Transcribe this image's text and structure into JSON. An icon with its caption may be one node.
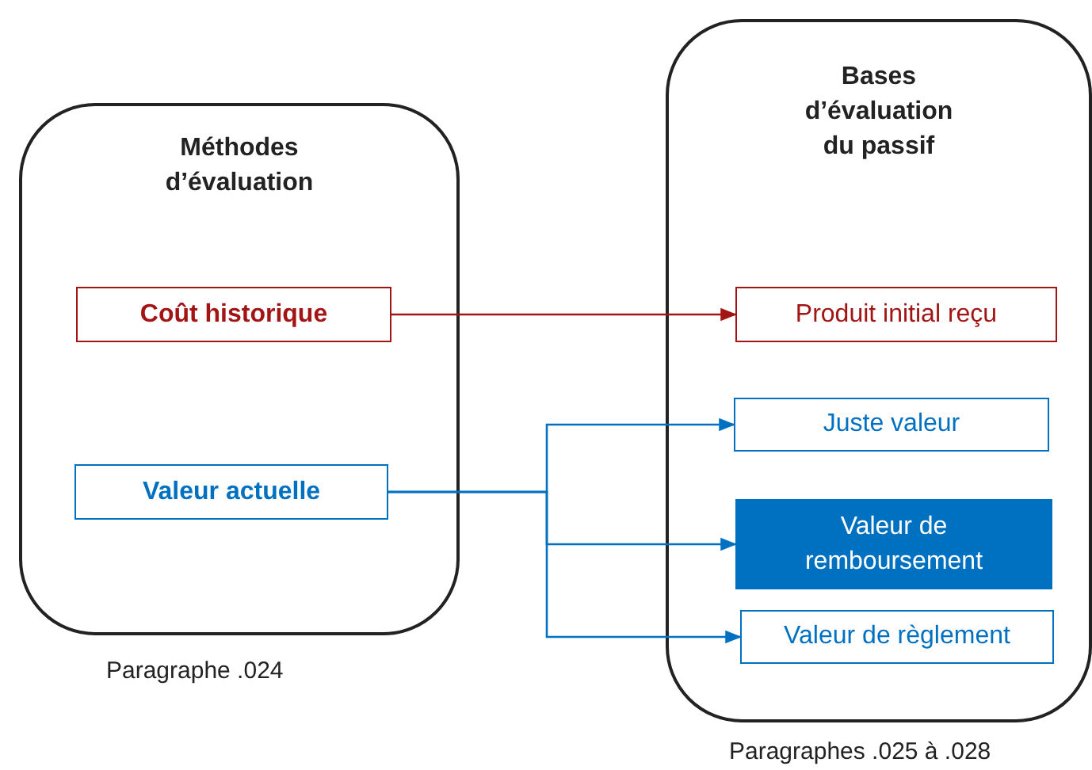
{
  "diagram": {
    "nodes": [
      {
        "text": [
          "Méthodes d’évaluation"
        ],
        "beside": [
          "Paragraphe .024"
        ]
      },
      {
        "text": [
          "Coût historique"
        ],
        "in": 0
      },
      {
        "text": [
          "Valeur actuelle"
        ],
        "in": 0
      },
      {
        "text": [
          "Bases d’évaluation du passif"
        ],
        "beside": [
          "Paragraphes .025 à .028"
        ]
      },
      {
        "text": [
          "Produit initial reçu"
        ],
        "in": 3
      },
      {
        "text": [
          "Juste valeur"
        ],
        "in": 3
      },
      {
        "text": [
          "Valeur de remboursement"
        ],
        "in": 3
      },
      {
        "text": [
          "Valeur de règlement"
        ],
        "in": 3
      }
    ],
    "edges": [
      {
        "from": 1,
        "to": 4,
        "arrow": "to",
        "color": "#a31515"
      },
      {
        "from": 2,
        "to": 5,
        "arrow": "to"
      },
      {
        "from": 2,
        "to": 6,
        "arrow": "to"
      },
      {
        "from": 2,
        "to": 7,
        "arrow": "to"
      }
    ]
  }
}
